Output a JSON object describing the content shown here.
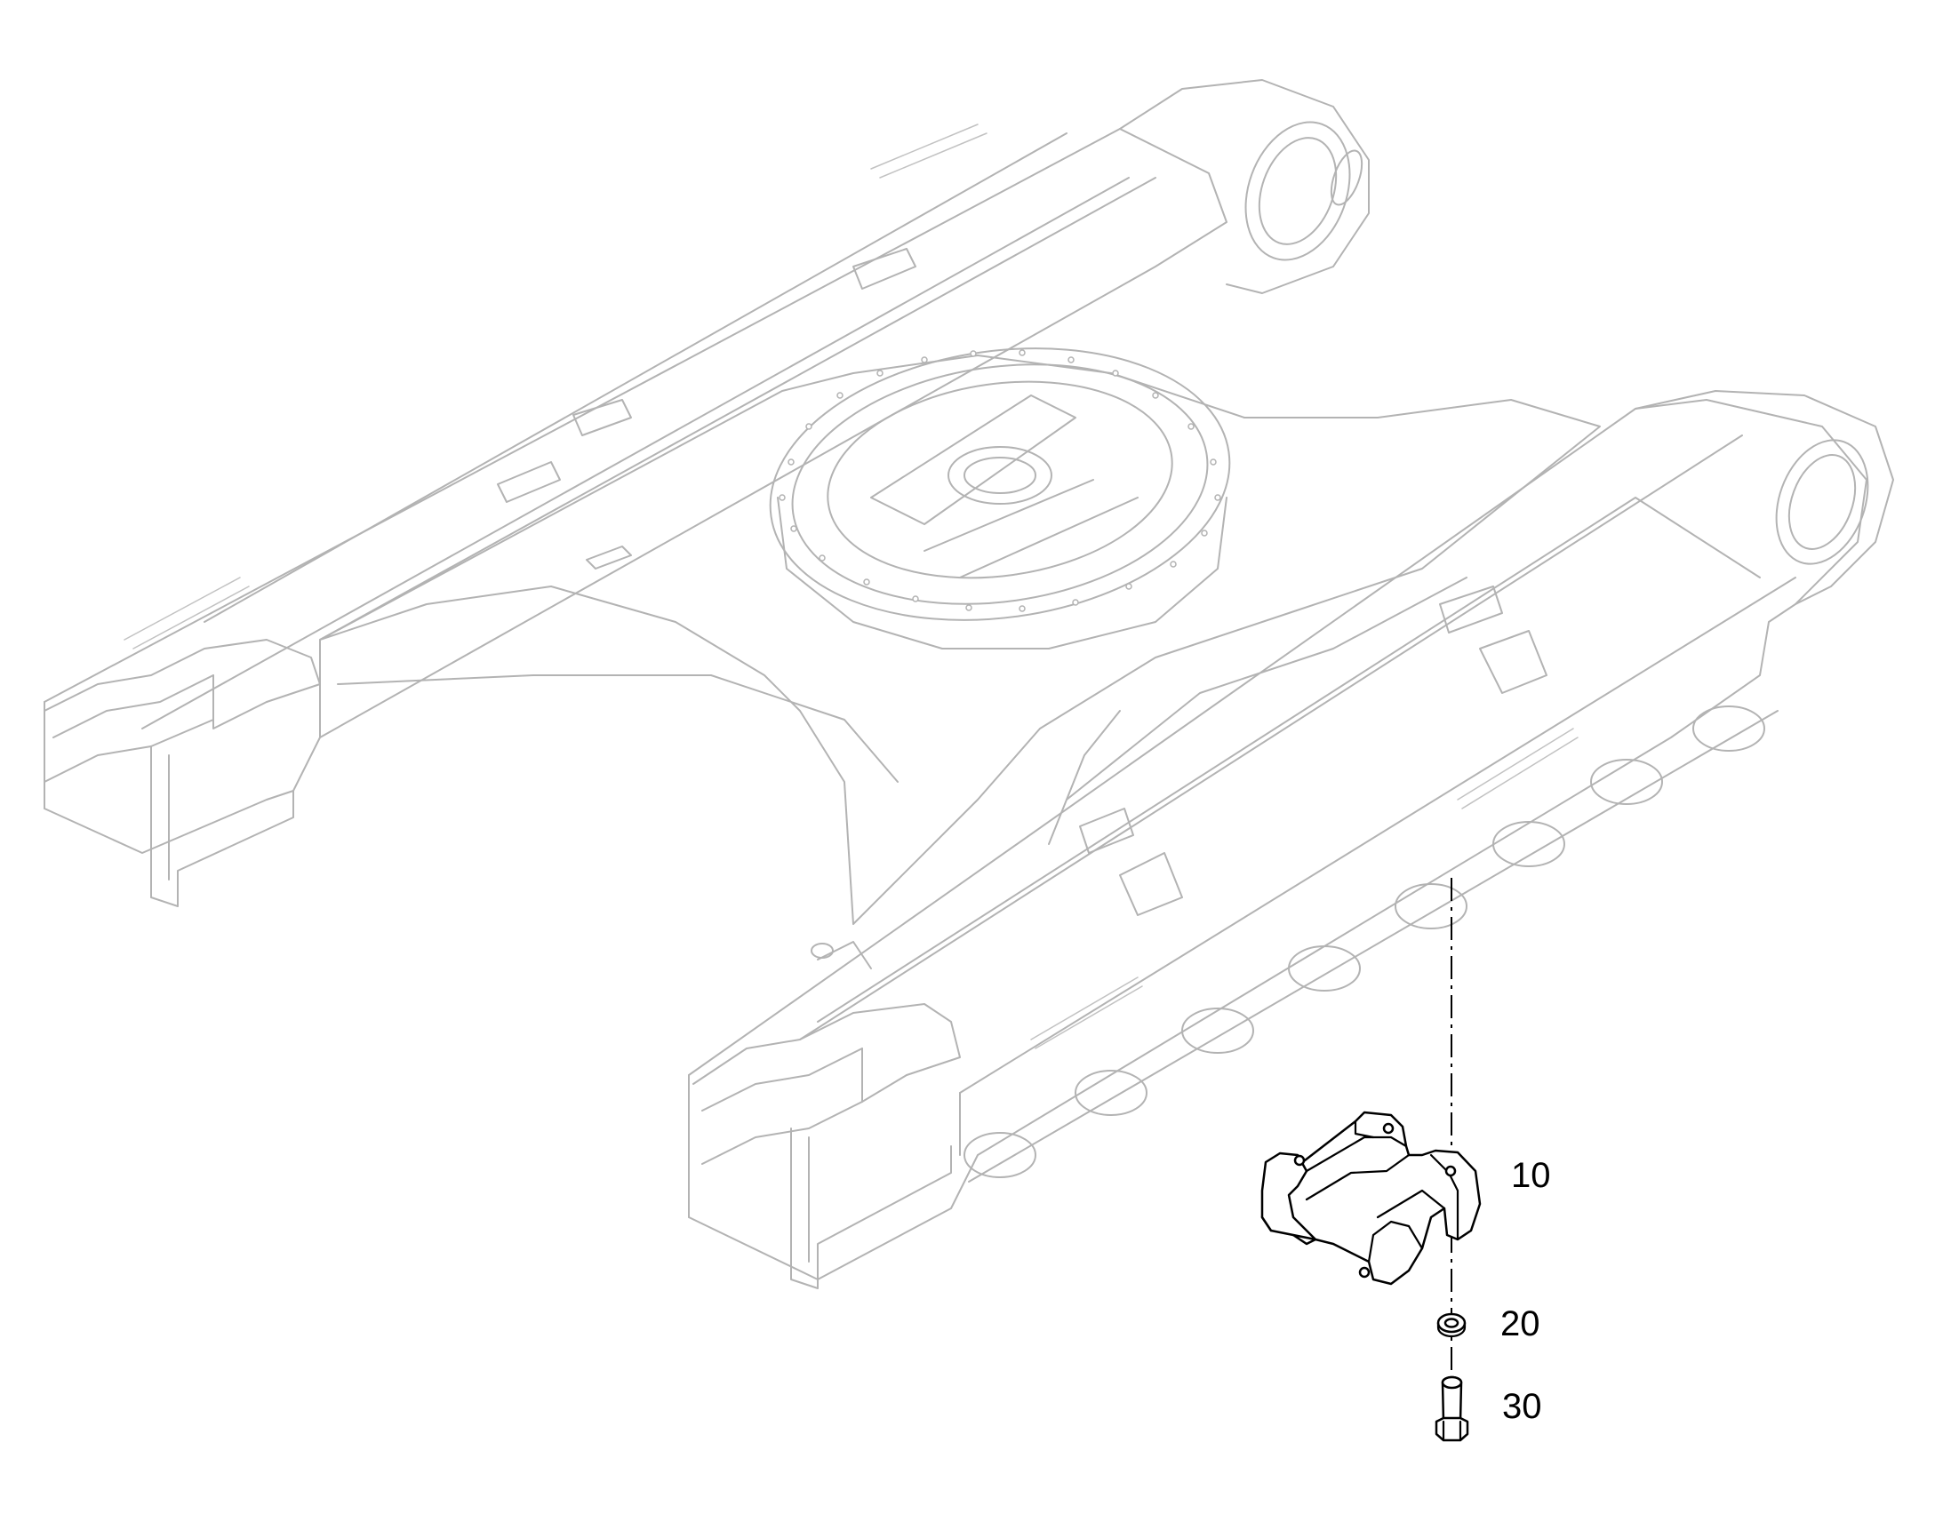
{
  "callouts": [
    {
      "id": "part-10",
      "label": "10"
    },
    {
      "id": "part-20",
      "label": "20"
    },
    {
      "id": "part-30",
      "label": "30"
    }
  ],
  "colors": {
    "assembly_outline": "#b3b3b3",
    "highlighted_parts": "#000000",
    "background": "#ffffff"
  }
}
